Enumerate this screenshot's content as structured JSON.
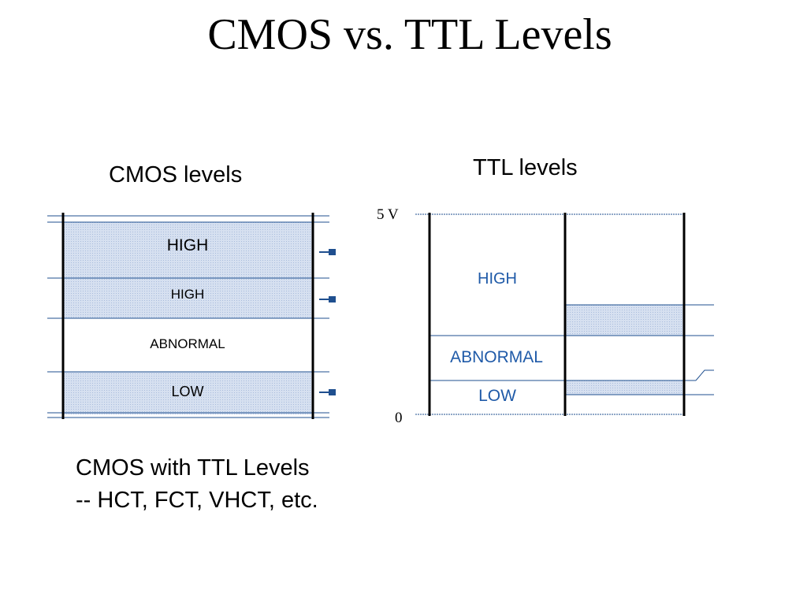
{
  "title": "CMOS vs. TTL Levels",
  "cmos": {
    "label": "CMOS levels",
    "bands": [
      "HIGH",
      "HIGH",
      "ABNORMAL",
      "LOW"
    ]
  },
  "ttl": {
    "label": "TTL levels",
    "axis_top": "5 V",
    "axis_bottom": "0",
    "bands": [
      "HIGH",
      "ABNORMAL",
      "LOW"
    ]
  },
  "note": {
    "line1": "CMOS with TTL Levels",
    "line2": "-- HCT, FCT, VHCT, etc."
  },
  "colors": {
    "band_fill": "#d6e0f0",
    "band_line": "#1f4f8f",
    "ttl_text": "#1f5aa8",
    "frame": "#000000"
  }
}
